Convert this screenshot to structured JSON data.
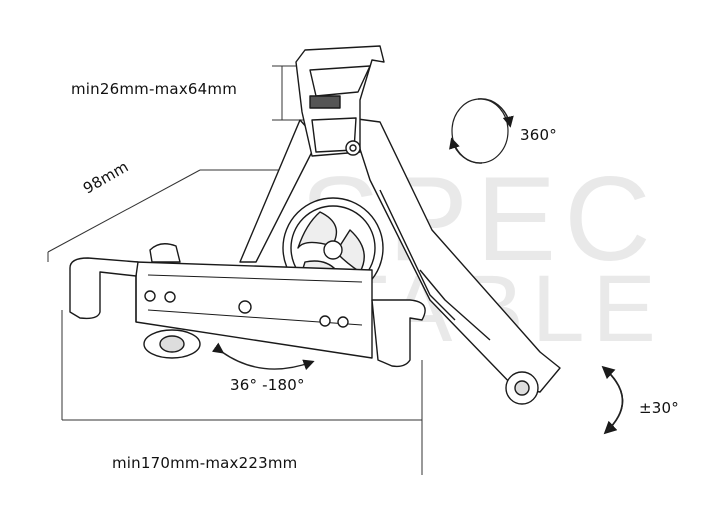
{
  "watermark": {
    "line1": "SPEC",
    "line2": "TABLE"
  },
  "dimensions": {
    "clamp_range": "min26mm-max64mm",
    "depth": "98mm",
    "width_range": "min170mm-max223mm",
    "rotation_360": "360°",
    "tilt": "±30°",
    "swivel": "36°  -180°"
  },
  "colors": {
    "line": "#1a1a1a",
    "fill": "#ffffff",
    "shade": "#d8d8d8",
    "watermark": "#e9e9e9"
  }
}
